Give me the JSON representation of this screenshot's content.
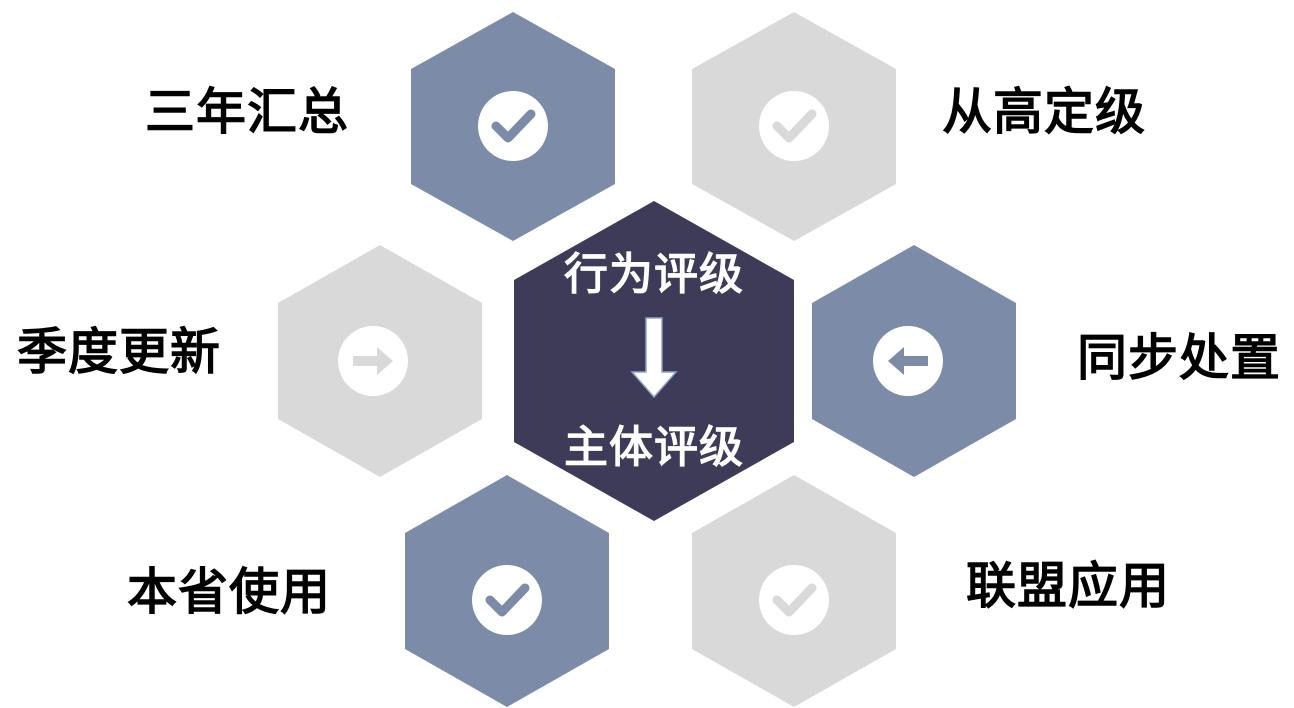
{
  "colors": {
    "active": "#7b8ba8",
    "inactive": "#d9d9d9",
    "center": "#3d3b57",
    "icon_bg": "#ffffff",
    "text": "#000000",
    "center_text": "#ffffff"
  },
  "center": {
    "top_label": "行为评级",
    "bottom_label": "主体评级",
    "arrow_icon": "arrow-down-icon"
  },
  "items": [
    {
      "label": "三年汇总",
      "icon": "check-icon",
      "state": "active"
    },
    {
      "label": "从高定级",
      "icon": "check-icon",
      "state": "inactive"
    },
    {
      "label": "季度更新",
      "icon": "arrow-right-icon",
      "state": "inactive"
    },
    {
      "label": "同步处置",
      "icon": "arrow-left-icon",
      "state": "active"
    },
    {
      "label": "本省使用",
      "icon": "check-icon",
      "state": "active"
    },
    {
      "label": "联盟应用",
      "icon": "check-icon",
      "state": "inactive"
    }
  ]
}
